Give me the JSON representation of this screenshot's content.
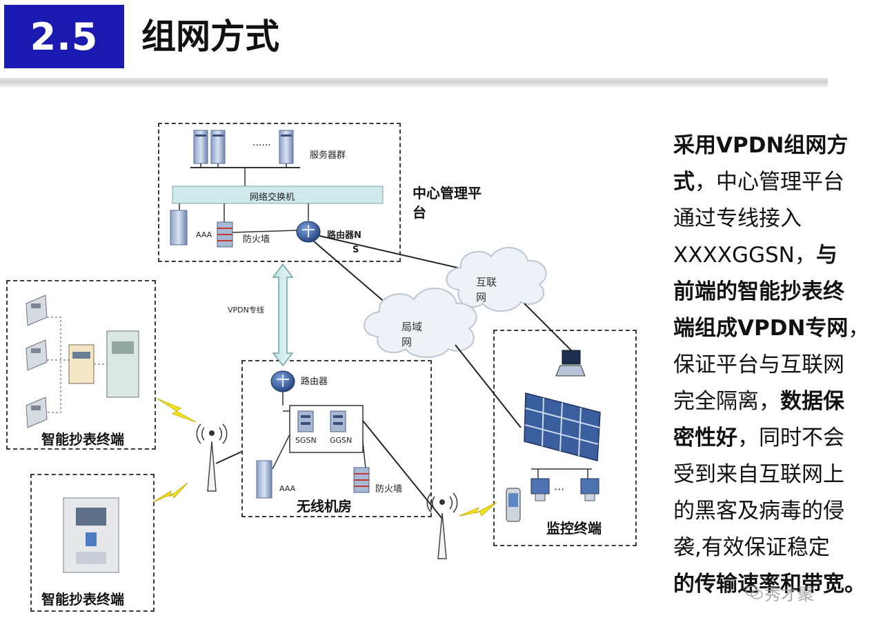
{
  "header": {
    "section_number": "2.5",
    "title": "组网方式"
  },
  "diagram": {
    "center_platform_label": [
      "中心管理平",
      "台"
    ],
    "server_group_label": "服务器群",
    "server_ellipsis": "······",
    "switch_label": "网络交换机",
    "aaa_label": "AAA",
    "firewall_label": "防火墙",
    "router_ns_label": [
      "路由器N",
      "S"
    ],
    "vpdn_line_label": "VPDN专线",
    "internet_label": [
      "互联",
      "网"
    ],
    "lan_label": [
      "局域",
      "网"
    ],
    "room_router_label": "路由器",
    "sgsn_label": "SGSN",
    "ggsn_label": "GGSN",
    "room_aaa_label": "AAA",
    "room_firewall_label": "防火墙",
    "wireless_room_label": "无线机房",
    "smart_terminal_label_1": "智能抄表终端",
    "smart_terminal_label_2": "智能抄表终端",
    "monitor_terminal_label": "监控终端",
    "monitor_ellipsis": "···"
  },
  "description": {
    "lines": [
      [
        {
          "t": "采用VPDN组网方",
          "b": true
        }
      ],
      [
        {
          "t": "式",
          "b": true
        },
        {
          "t": "，中心管理平台",
          "b": false
        }
      ],
      [
        {
          "t": "通过专线接入",
          "b": false
        }
      ],
      [
        {
          "t": "XXXXGGSN，",
          "b": false
        },
        {
          "t": "与",
          "b": true
        }
      ],
      [
        {
          "t": "前端的智能抄表终",
          "b": true
        }
      ],
      [
        {
          "t": "端组成VPDN专网",
          "b": true
        },
        {
          "t": "，",
          "b": false
        }
      ],
      [
        {
          "t": "保证平台与互联网",
          "b": false
        }
      ],
      [
        {
          "t": "完全隔离，",
          "b": false
        },
        {
          "t": "数据保",
          "b": true
        }
      ],
      [
        {
          "t": "密性好",
          "b": true
        },
        {
          "t": "，同时不会",
          "b": false
        }
      ],
      [
        {
          "t": "受到来自互联网上",
          "b": false
        }
      ],
      [
        {
          "t": "的黑客及病毒的侵",
          "b": false
        }
      ],
      [
        {
          "t": "袭,有效保证稳定",
          "b": false
        }
      ],
      [
        {
          "t": "的传输速率和带宽。",
          "b": true
        }
      ]
    ]
  },
  "watermark": "秀才聚",
  "colors": {
    "badge_bg": "#1a1ab0",
    "switch_bar": "#cfe9ea",
    "cloud": "#eef2f6",
    "router": "#2b4f8c"
  }
}
